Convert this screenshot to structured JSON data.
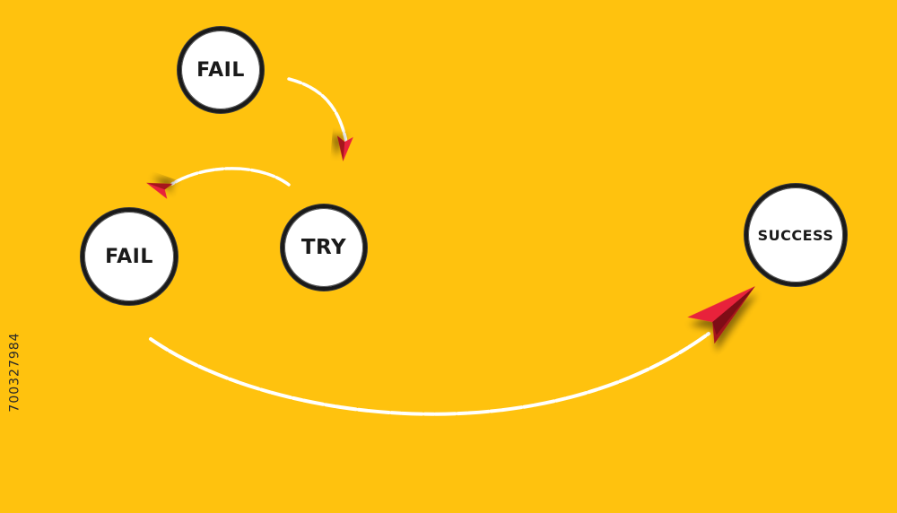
{
  "colors": {
    "background": "#FFC20E",
    "circle_fill": "#FFFFFF",
    "circle_border": "#1A1A1A",
    "text": "#1A1A1A",
    "trail": "#FFFFFF",
    "plane": "#E8213A",
    "plane_dark": "#A5121F"
  },
  "nodes": {
    "fail_top": "FAIL",
    "fail_left": "FAIL",
    "try": "TRY",
    "success": "SUCCESS"
  },
  "icons": {
    "small_arrow_1": "paper-plane-icon",
    "small_arrow_2": "paper-plane-icon",
    "big_arrow": "paper-plane-icon"
  },
  "watermark": {
    "id": "700327984"
  }
}
